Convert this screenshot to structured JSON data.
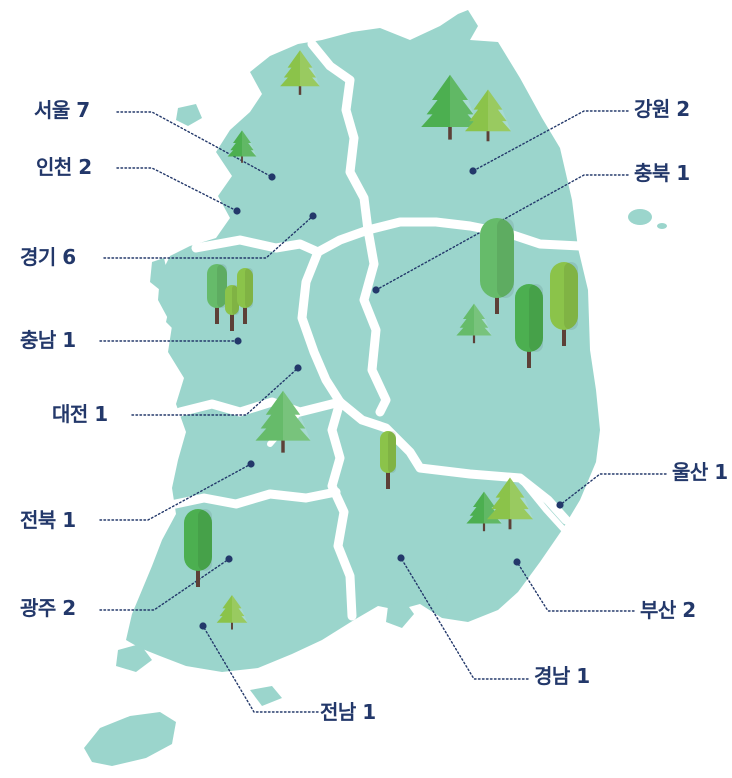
{
  "colors": {
    "land": "#9bd5cc",
    "border": "#ffffff",
    "label_text": "#23386a",
    "leader_line": "#23386a",
    "tree_light": "#8bc34a",
    "tree_mid": "#66bb6a",
    "tree_dark": "#4caf50",
    "trunk": "#5d4037"
  },
  "regions": [
    {
      "id": "seoul",
      "label": "서울 7"
    },
    {
      "id": "incheon",
      "label": "인천 2"
    },
    {
      "id": "gyeonggi",
      "label": "경기 6"
    },
    {
      "id": "chungnam",
      "label": "충남 1"
    },
    {
      "id": "daejeon",
      "label": "대전 1"
    },
    {
      "id": "jeonbuk",
      "label": "전북 1"
    },
    {
      "id": "gwangju",
      "label": "광주 2"
    },
    {
      "id": "jeonnam",
      "label": "전남 1"
    },
    {
      "id": "gangwon",
      "label": "강원 2"
    },
    {
      "id": "chungbuk",
      "label": "충북 1"
    },
    {
      "id": "ulsan",
      "label": "울산 1"
    },
    {
      "id": "busan",
      "label": "부산 2"
    },
    {
      "id": "gyeongnam",
      "label": "경남 1"
    }
  ],
  "icons": {
    "tree": "tree-icon",
    "marker": "location-dot-icon"
  }
}
